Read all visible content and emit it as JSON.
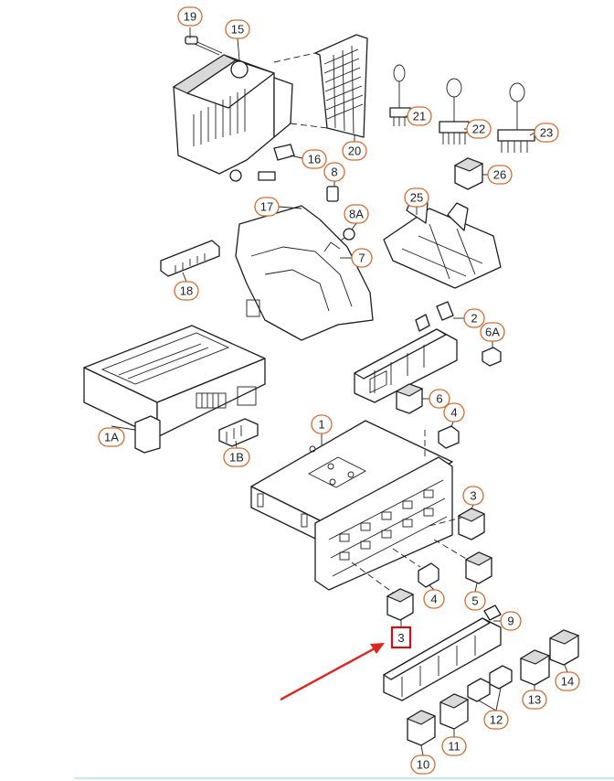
{
  "colors": {
    "callout_outline": "#d86a2a",
    "highlight": "#d01010",
    "arrow": "#e0241f",
    "line_art": "#1e1e1e"
  },
  "callouts": [
    {
      "id": "c19",
      "label": "19"
    },
    {
      "id": "c15",
      "label": "15"
    },
    {
      "id": "c20",
      "label": "20"
    },
    {
      "id": "c21",
      "label": "21"
    },
    {
      "id": "c22",
      "label": "22"
    },
    {
      "id": "c23",
      "label": "23"
    },
    {
      "id": "c16",
      "label": "16"
    },
    {
      "id": "c8",
      "label": "8"
    },
    {
      "id": "c26",
      "label": "26"
    },
    {
      "id": "c8a",
      "label": "8A"
    },
    {
      "id": "c17",
      "label": "17"
    },
    {
      "id": "c25",
      "label": "25"
    },
    {
      "id": "c7",
      "label": "7"
    },
    {
      "id": "c18",
      "label": "18"
    },
    {
      "id": "c2",
      "label": "2"
    },
    {
      "id": "c6a",
      "label": "6A"
    },
    {
      "id": "c6",
      "label": "6"
    },
    {
      "id": "c4a",
      "label": "4"
    },
    {
      "id": "c1",
      "label": "1"
    },
    {
      "id": "c1a",
      "label": "1A"
    },
    {
      "id": "c1b",
      "label": "1B"
    },
    {
      "id": "c3a",
      "label": "3"
    },
    {
      "id": "c4b",
      "label": "4"
    },
    {
      "id": "c5",
      "label": "5"
    },
    {
      "id": "c9",
      "label": "9"
    },
    {
      "id": "c14",
      "label": "14"
    },
    {
      "id": "c13",
      "label": "13"
    },
    {
      "id": "c12",
      "label": "12"
    },
    {
      "id": "c11",
      "label": "11"
    },
    {
      "id": "c10",
      "label": "10"
    }
  ],
  "highlighted_callout": {
    "label": "3"
  }
}
